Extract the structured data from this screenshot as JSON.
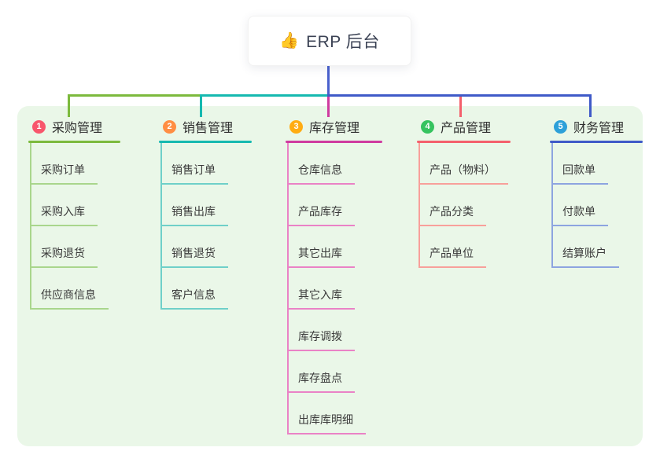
{
  "root": {
    "icon_glyph": "👍",
    "label": "ERP 后台"
  },
  "branches": [
    {
      "badge": "1",
      "label": "采购管理",
      "badge_color": "#f8566c",
      "line_color": "#7cba3d",
      "child_line_color": "#a9d68c",
      "children": [
        "采购订单",
        "采购入库",
        "采购退货",
        "供应商信息"
      ]
    },
    {
      "badge": "2",
      "label": "销售管理",
      "badge_color": "#ff8e43",
      "line_color": "#16b9b0",
      "child_line_color": "#6fd0c9",
      "children": [
        "销售订单",
        "销售出库",
        "销售退货",
        "客户信息"
      ]
    },
    {
      "badge": "3",
      "label": "库存管理",
      "badge_color": "#ffac12",
      "line_color": "#cf3ba0",
      "child_line_color": "#ea82c6",
      "children": [
        "仓库信息",
        "产品库存",
        "其它出库",
        "其它入库",
        "库存调拨",
        "库存盘点",
        "出库库明细"
      ]
    },
    {
      "badge": "4",
      "label": "产品管理",
      "badge_color": "#36c35f",
      "line_color": "#f4606c",
      "child_line_color": "#f8a09b",
      "children": [
        "产品（物料）",
        "产品分类",
        "产品单位"
      ]
    },
    {
      "badge": "5",
      "label": "财务管理",
      "badge_color": "#2da0d9",
      "line_color": "#3f5ac8",
      "child_line_color": "#8da4e0",
      "children": [
        "回款单",
        "付款单",
        "结算账户"
      ]
    }
  ],
  "canvas": {
    "background_color": "#ffffff",
    "panel_color": "#eaf7e8",
    "root_connector_color": "#4a61cd"
  }
}
